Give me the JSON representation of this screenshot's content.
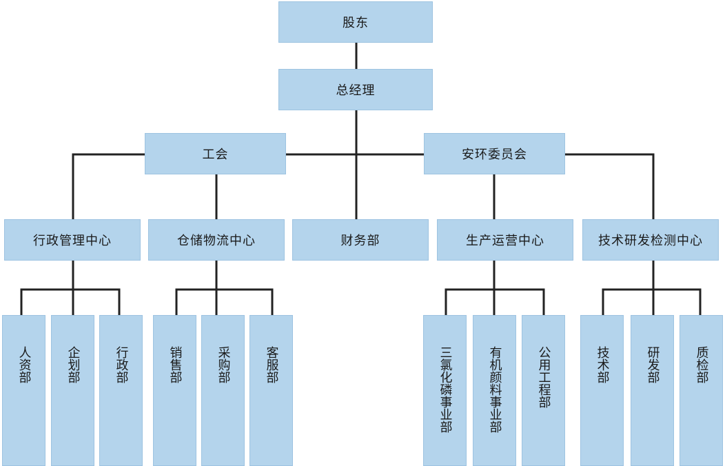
{
  "org": {
    "shareholders": "股东",
    "general_manager": "总经理",
    "union": "工会",
    "safety_env_committee": "安环委员会",
    "centers": {
      "admin": "行政管理中心",
      "warehouse": "仓储物流中心",
      "finance": "财务部",
      "production": "生产运营中心",
      "tech": "技术研发检测中心"
    },
    "departments": {
      "hr": "人资部",
      "planning": "企划部",
      "administration": "行政部",
      "sales": "销售部",
      "purchasing": "采购部",
      "customer_service": "客服部",
      "phosphorus": "三氯化磷事业部",
      "organic_pigment": "有机颜料事业部",
      "utility": "公用工程部",
      "technology": "技术部",
      "rnd": "研发部",
      "qc": "质检部"
    }
  },
  "colors": {
    "box_fill": "#b4d4ec",
    "line": "#222222"
  }
}
